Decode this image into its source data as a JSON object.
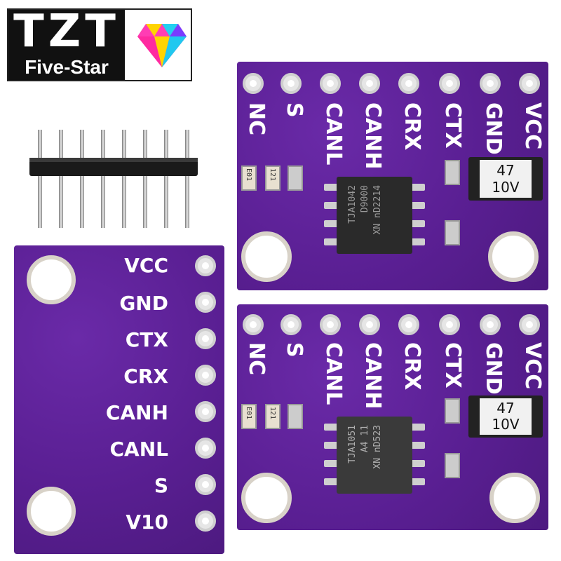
{
  "logo": {
    "main": "TZT",
    "sub": "Five-Star"
  },
  "board_top": {
    "pins": [
      "NC",
      "S",
      "CANL",
      "CANH",
      "CRX",
      "CTX",
      "GND",
      "VCC"
    ],
    "chip_lines": [
      "TJA1042",
      "D9000",
      "XN nD2214"
    ],
    "capacitor": [
      "47",
      "10V"
    ],
    "resistors": [
      "E01",
      "121"
    ]
  },
  "board_bottom": {
    "pins": [
      "NC",
      "S",
      "CANL",
      "CANH",
      "CRX",
      "CTX",
      "GND",
      "VCC"
    ],
    "chip_lines": [
      "TJA1051",
      "A4 11",
      "XN nD523"
    ],
    "capacitor": [
      "47",
      "10V"
    ],
    "resistors": [
      "E01",
      "121"
    ]
  },
  "board_back": {
    "pins": [
      "VCC",
      "GND",
      "CTX",
      "CRX",
      "CANH",
      "CANL",
      "S",
      "V10"
    ]
  },
  "colors": {
    "pcb": "#5b2194",
    "logo_bg": "#111111"
  }
}
